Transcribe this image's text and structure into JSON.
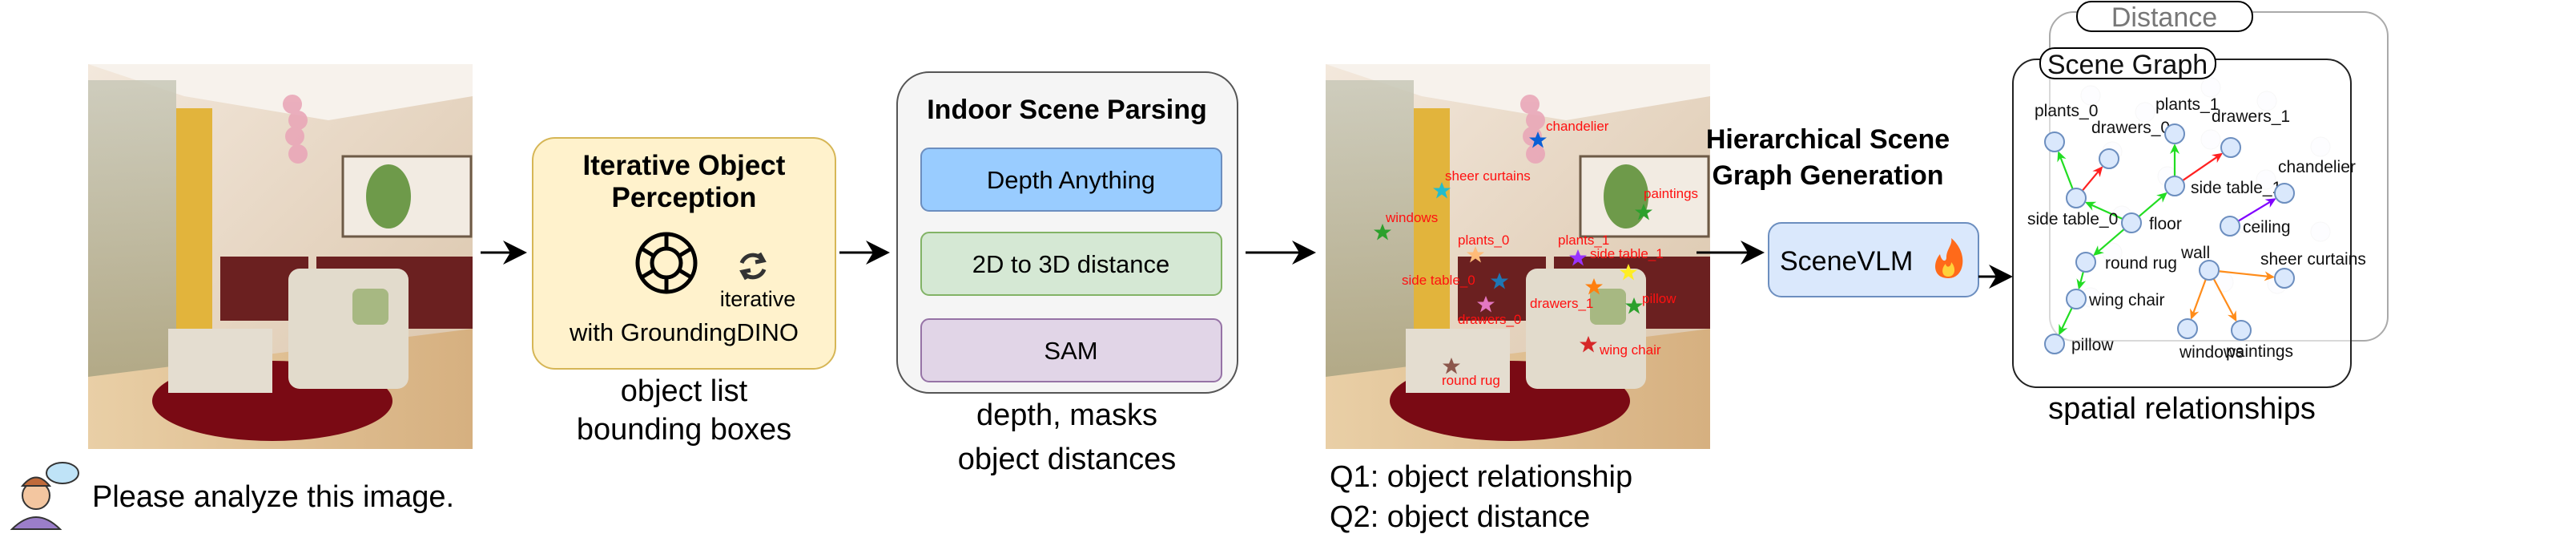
{
  "user_prompt": "Please analyze this image.",
  "perception": {
    "title_line1": "Iterative Object",
    "title_line2": "Perception",
    "iterative_label": "iterative",
    "tool_label": "with GroundingDINO",
    "output_line1": "object list",
    "output_line2": "bounding boxes",
    "icons": [
      "openai-logo-icon",
      "refresh-cycle-icon"
    ]
  },
  "parsing": {
    "title": "Indoor Scene Parsing",
    "modules": [
      {
        "label": "Depth Anything",
        "color": "#99ccff"
      },
      {
        "label": "2D to 3D distance",
        "color": "#d5e8d4"
      },
      {
        "label": "SAM",
        "color": "#e1d5e7"
      }
    ],
    "output_line1": "depth, masks",
    "output_line2": "object distances"
  },
  "annotated_image": {
    "labels": [
      {
        "text": "chandelier",
        "color": "#0a5fd6"
      },
      {
        "text": "sheer curtains",
        "color": "#22bccc"
      },
      {
        "text": "paintings",
        "color": "#2ca02c"
      },
      {
        "text": "windows",
        "color": "#2ca02c"
      },
      {
        "text": "plants_0",
        "color": "#ffbb78"
      },
      {
        "text": "plants_1",
        "color": "#9933ff"
      },
      {
        "text": "side table_1",
        "color": "#ffee22"
      },
      {
        "text": "side table_0",
        "color": "#1f77b4"
      },
      {
        "text": "drawers_1",
        "color": "#ff7f0e"
      },
      {
        "text": "pillow",
        "color": "#2ca02c"
      },
      {
        "text": "drawers_0",
        "color": "#e377c2"
      },
      {
        "text": "wing chair",
        "color": "#d62728"
      },
      {
        "text": "round rug",
        "color": "#8c564b"
      }
    ],
    "q1": "Q1: object relationship",
    "q2": "Q2: object distance"
  },
  "generation": {
    "title_line1": "Hierarchical Scene",
    "title_line2": "Graph Generation",
    "model_label": "SceneVLM",
    "model_icon": "fire-icon"
  },
  "graph": {
    "distance_label": "Distance",
    "scene_graph_label": "Scene Graph",
    "caption": "spatial relationships",
    "nodes": [
      "plants_0",
      "drawers_0",
      "plants_1",
      "drawers_1",
      "side table_0",
      "side table_1",
      "floor",
      "chandelier",
      "ceiling",
      "round rug",
      "wall",
      "sheer curtains",
      "wing chair",
      "windows",
      "paintings",
      "pillow"
    ],
    "edges": [
      {
        "from": "floor",
        "to": "side table_0",
        "color": "#22dd22"
      },
      {
        "from": "floor",
        "to": "side table_1",
        "color": "#22dd22"
      },
      {
        "from": "floor",
        "to": "round rug",
        "color": "#22dd22"
      },
      {
        "from": "side table_0",
        "to": "plants_0",
        "color": "#22dd22"
      },
      {
        "from": "side table_0",
        "to": "drawers_0",
        "color": "#ff2020"
      },
      {
        "from": "side table_1",
        "to": "plants_1",
        "color": "#22dd22"
      },
      {
        "from": "side table_1",
        "to": "drawers_1",
        "color": "#ff2020"
      },
      {
        "from": "ceiling",
        "to": "chandelier",
        "color": "#8000ff"
      },
      {
        "from": "round rug",
        "to": "wing chair",
        "color": "#22dd22"
      },
      {
        "from": "wing chair",
        "to": "pillow",
        "color": "#22dd22"
      },
      {
        "from": "wall",
        "to": "sheer curtains",
        "color": "#ff8c1a"
      },
      {
        "from": "wall",
        "to": "windows",
        "color": "#ff8c1a"
      },
      {
        "from": "wall",
        "to": "paintings",
        "color": "#ff8c1a"
      }
    ]
  }
}
